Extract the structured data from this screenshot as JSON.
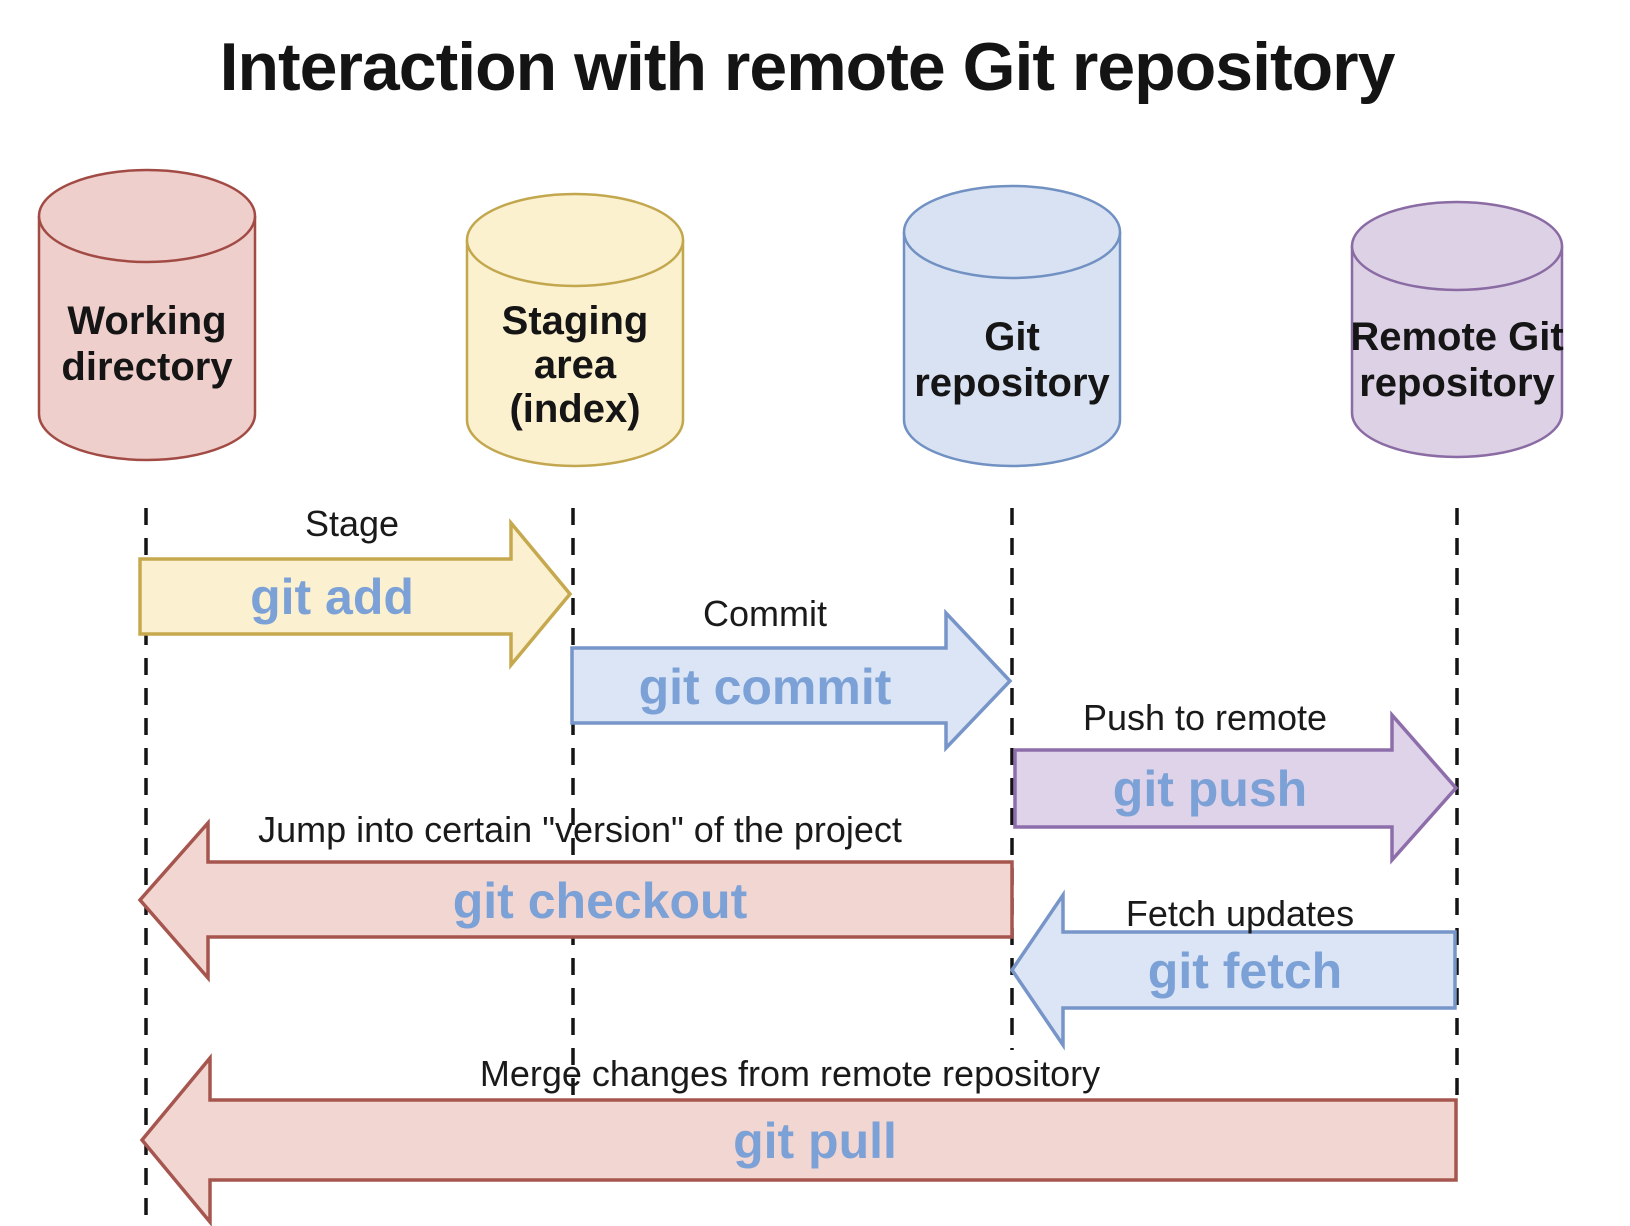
{
  "title": "Interaction with remote Git repository",
  "command_text_color": "#7CA1D7",
  "background_color": "#ffffff",
  "nodes": [
    {
      "id": "working-directory",
      "label_lines": [
        "Working",
        "directory"
      ],
      "fill": "#EECFCC",
      "stroke": "#A24B45"
    },
    {
      "id": "staging-area",
      "label_lines": [
        "Staging",
        "area",
        "(index)"
      ],
      "fill": "#FBF1CF",
      "stroke": "#C3A74E"
    },
    {
      "id": "git-repository",
      "label_lines": [
        "Git",
        "repository"
      ],
      "fill": "#D9E2F3",
      "stroke": "#7191C3"
    },
    {
      "id": "remote-git-repository",
      "label_lines": [
        "Remote Git",
        "repository"
      ],
      "fill": "#DCD1E5",
      "stroke": "#8A6BA3"
    }
  ],
  "arrows": [
    {
      "label": "Stage",
      "command": "git add",
      "direction": "right",
      "fill": "#FBF1D0",
      "stroke": "#C6A94E"
    },
    {
      "label": "Commit",
      "command": "git commit",
      "direction": "right",
      "fill": "#DBE5F5",
      "stroke": "#7795C8"
    },
    {
      "label": "Push to remote",
      "command": "git push",
      "direction": "right",
      "fill": "#DED3E8",
      "stroke": "#8E6EAA"
    },
    {
      "label": "Jump into certain \"version\" of the project",
      "command": "git checkout",
      "direction": "left",
      "fill": "#F2D6D2",
      "stroke": "#A6564E"
    },
    {
      "label": "Fetch updates",
      "command": "git fetch",
      "direction": "left",
      "fill": "#DBE5F5",
      "stroke": "#7795C8"
    },
    {
      "label": "Merge changes from remote repository",
      "command": "git pull",
      "direction": "left",
      "fill": "#F2D6D2",
      "stroke": "#A6564E"
    }
  ]
}
